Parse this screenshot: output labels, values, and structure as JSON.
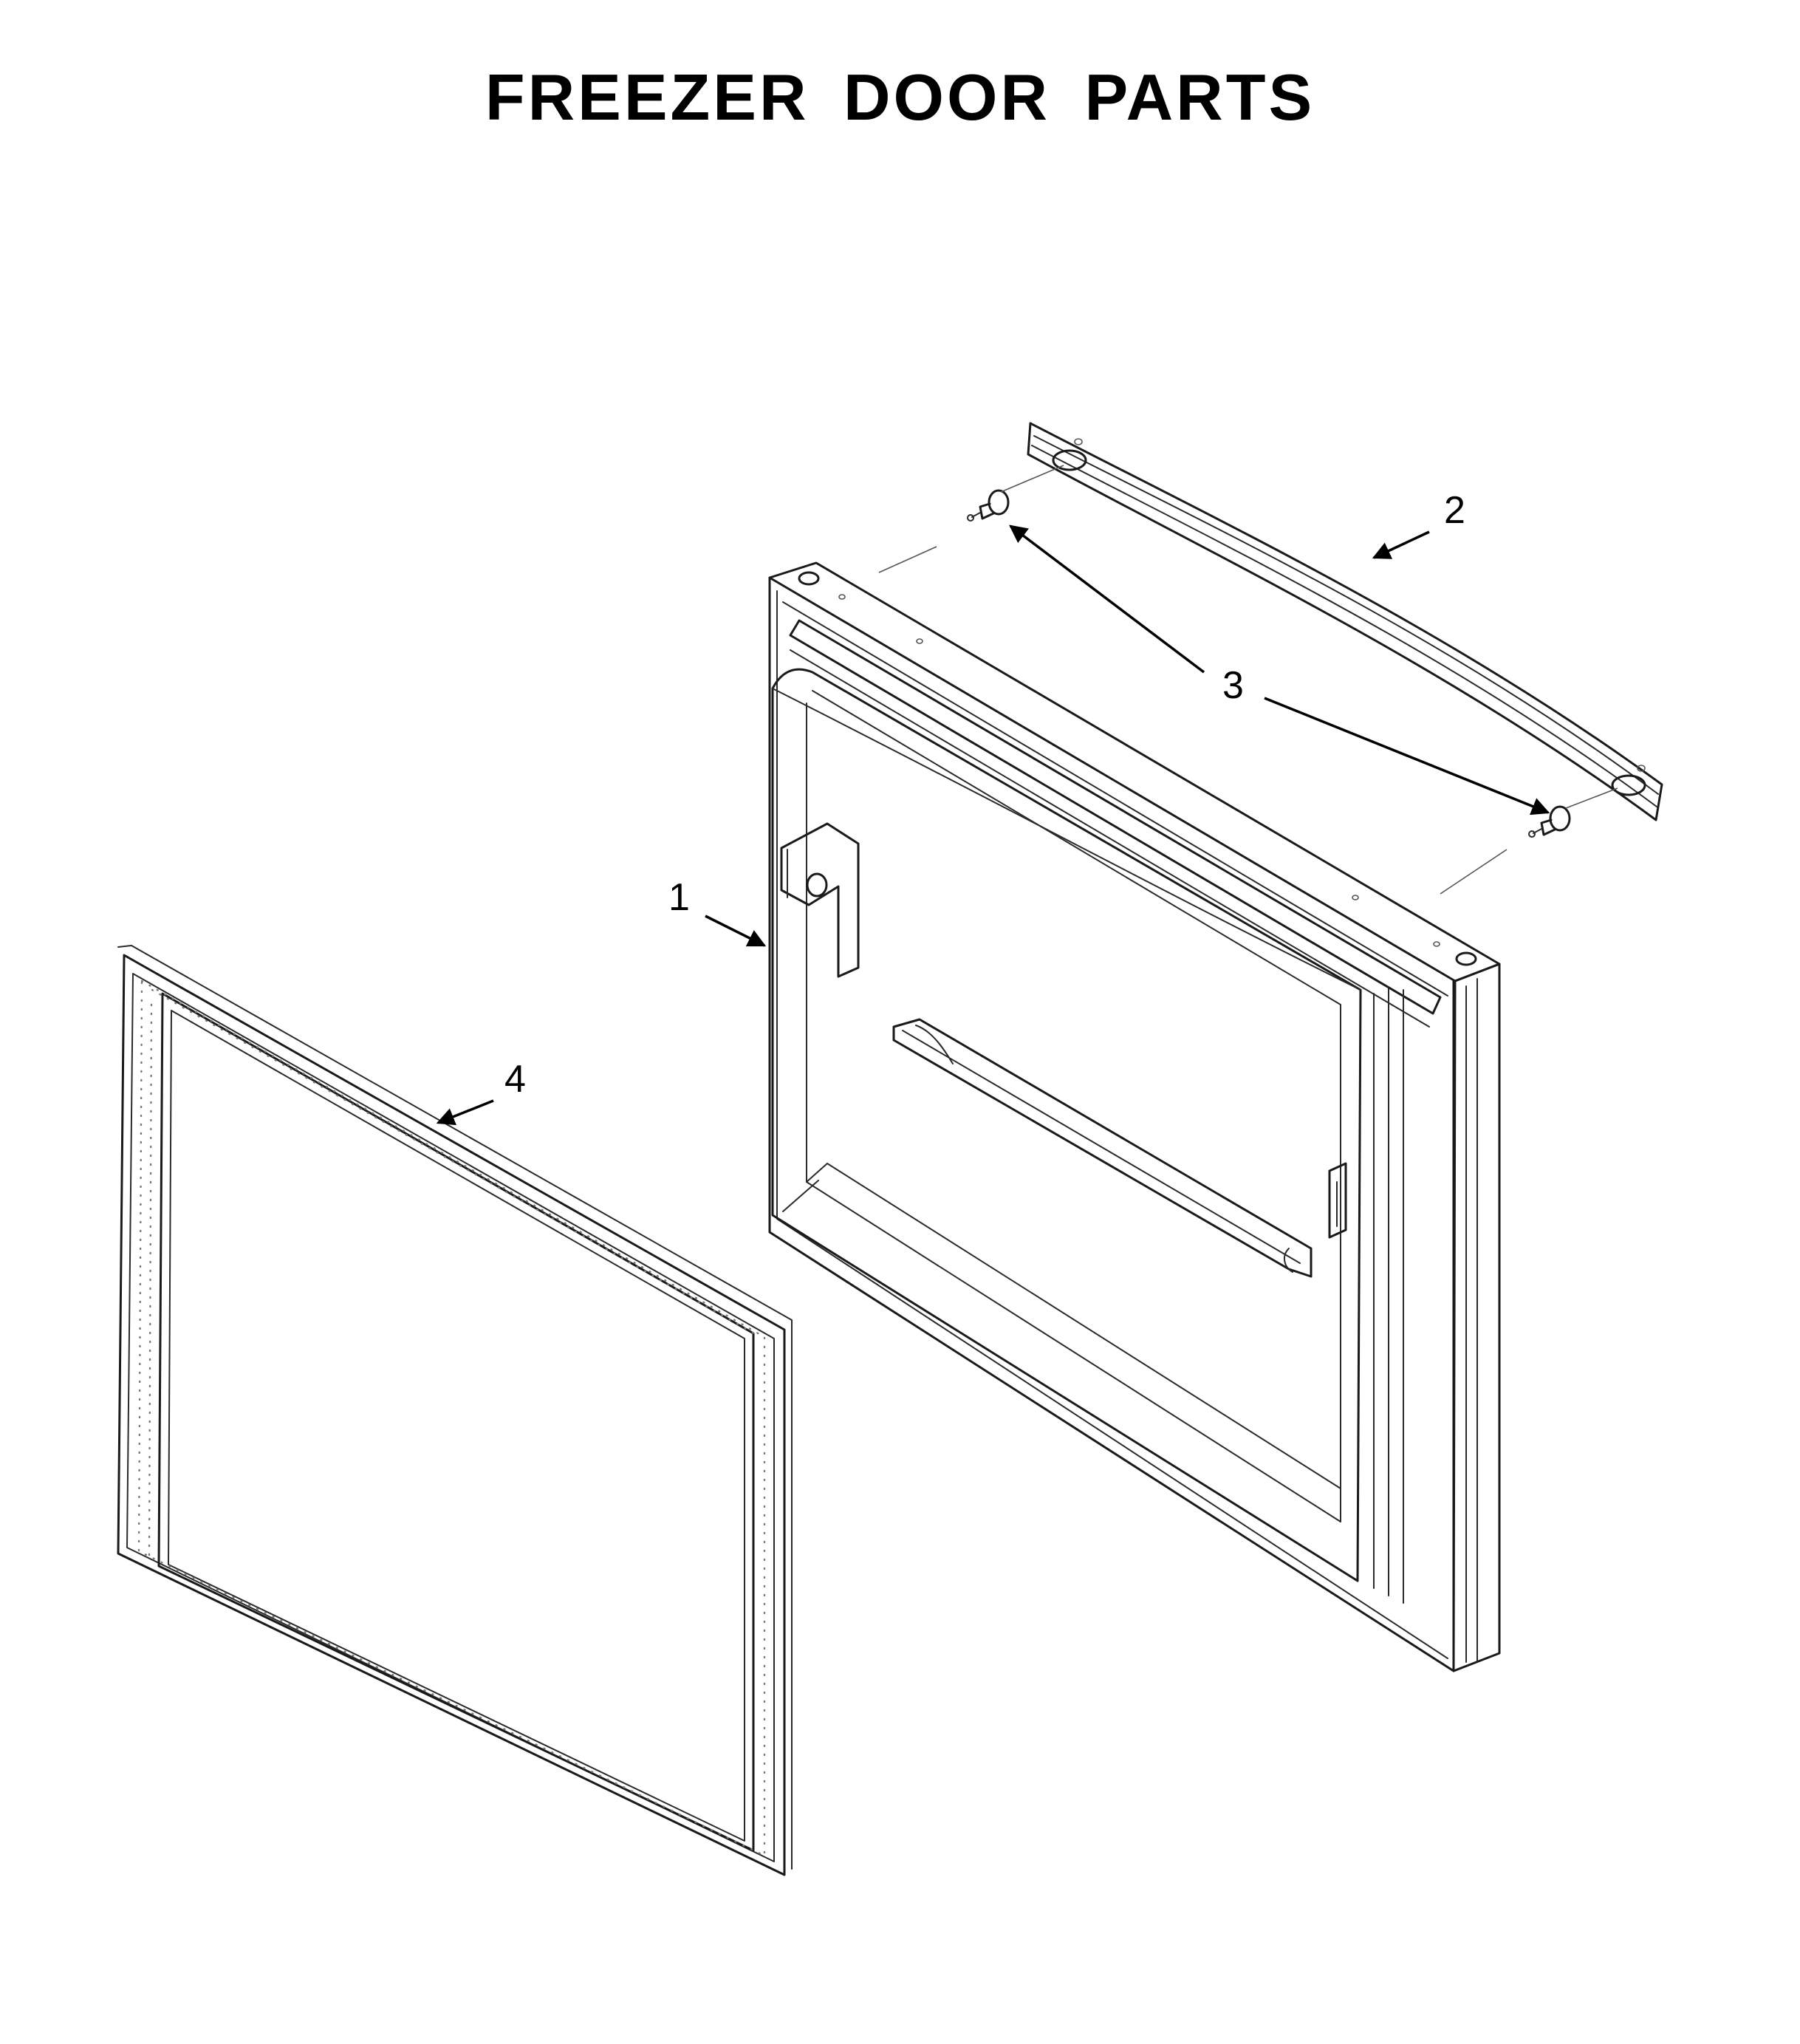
{
  "title": "FREEZER DOOR PARTS",
  "callouts": [
    {
      "label": "1",
      "part": "door"
    },
    {
      "label": "2",
      "part": "handle"
    },
    {
      "label": "3",
      "part": "handle-mounting-screws"
    },
    {
      "label": "4",
      "part": "door-gasket"
    }
  ]
}
